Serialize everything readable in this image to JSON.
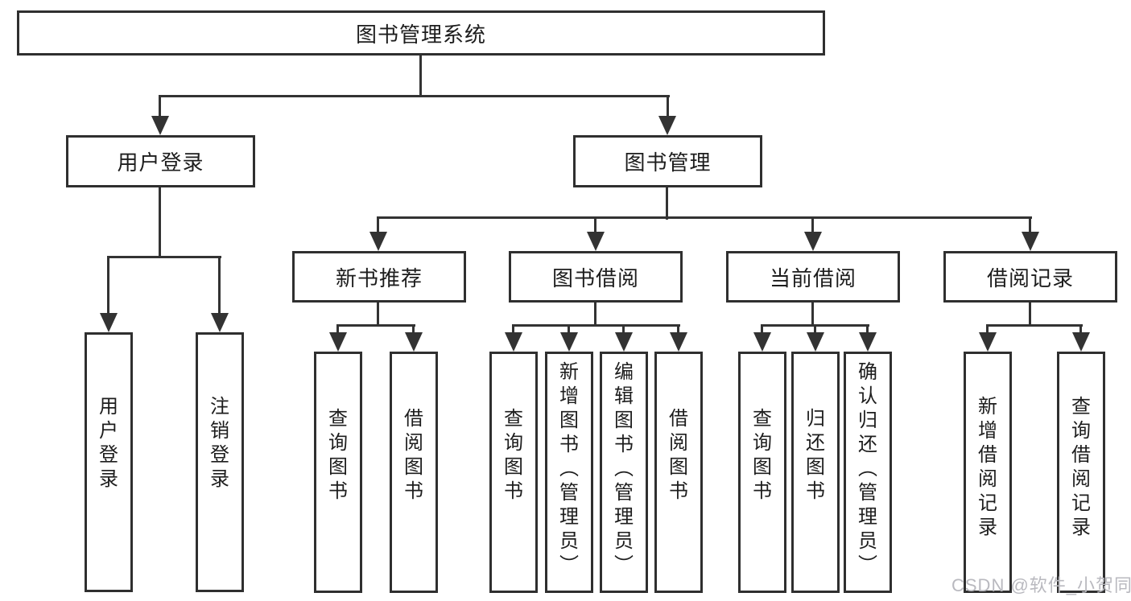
{
  "tree": {
    "root": {
      "label": "图书管理系统"
    },
    "branches": [
      {
        "label": "用户登录",
        "children": [
          "用户登录",
          "注销登录"
        ]
      },
      {
        "label": "图书管理",
        "groups": [
          {
            "label": "新书推荐",
            "children": [
              "查询图书",
              "借阅图书"
            ]
          },
          {
            "label": "图书借阅",
            "children": [
              "查询图书",
              "新增图书（管理员）",
              "编辑图书（管理员）",
              "借阅图书"
            ]
          },
          {
            "label": "当前借阅",
            "children": [
              "查询图书",
              "归还图书",
              "确认归还（管理员）"
            ]
          },
          {
            "label": "借阅记录",
            "children": [
              "新增借阅记录",
              "查询借阅记录"
            ]
          }
        ]
      }
    ]
  },
  "watermark": {
    "text": "CSDN @软件_小贺同学",
    "color": "#b9b9bf"
  },
  "colors": {
    "line": "#333333",
    "box_border": "#2f2f2f",
    "text": "#1d1d1d",
    "background": "#ffffff"
  }
}
